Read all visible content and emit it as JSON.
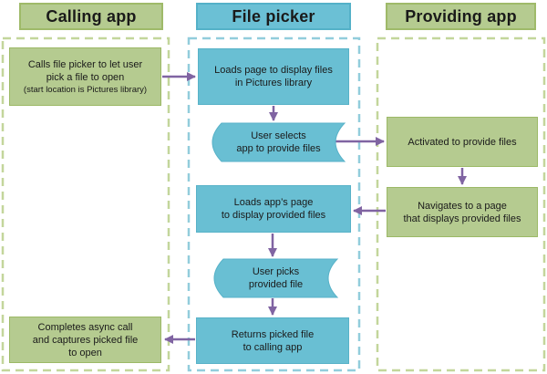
{
  "columns": [
    {
      "id": "calling-app",
      "header": "Calling app"
    },
    {
      "id": "file-picker",
      "header": "File picker"
    },
    {
      "id": "providing-app",
      "header": "Providing app"
    }
  ],
  "nodes": {
    "calls_file_picker": {
      "lines": [
        "Calls file picker to let user",
        "pick a file to open",
        "(start location is Pictures library)"
      ]
    },
    "loads_page": {
      "lines": [
        "Loads page to display files",
        "in Pictures library"
      ]
    },
    "user_selects": {
      "lines": [
        "User selects",
        "app to provide files"
      ]
    },
    "activated": {
      "lines": [
        "Activated to provide files"
      ]
    },
    "navigates": {
      "lines": [
        "Navigates to a page",
        "that displays provided files"
      ]
    },
    "loads_apps_page": {
      "lines": [
        "Loads app’s page",
        "to display provided files"
      ]
    },
    "user_picks": {
      "lines": [
        "User picks",
        "provided file"
      ]
    },
    "returns_picked": {
      "lines": [
        "Returns picked file",
        "to calling app"
      ]
    },
    "completes_async": {
      "lines": [
        "Completes async call",
        "and captures picked file",
        "to open"
      ]
    }
  },
  "colors": {
    "green_fill": "#b5cb90",
    "green_border": "#9cb966",
    "blue_fill": "#69bfd3",
    "blue_border": "#58b2c8",
    "arrow_purple": "#8064a2",
    "lane_dash_green": "#c3d69b",
    "lane_dash_blue": "#92cddc",
    "text": "#1a1a1a",
    "background": "#ffffff"
  }
}
